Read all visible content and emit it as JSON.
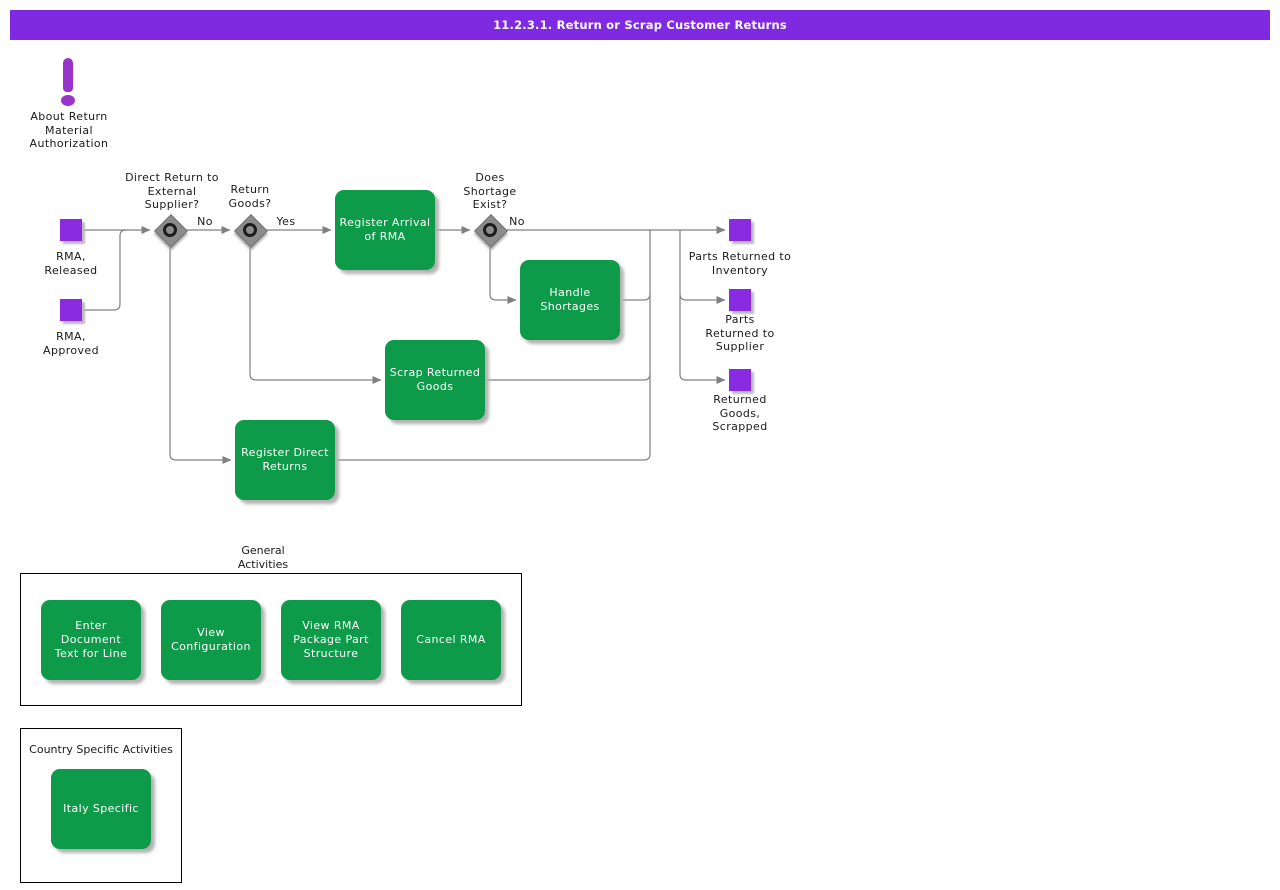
{
  "title": "11.2.3.1. Return or Scrap Customer Returns",
  "colors": {
    "banner_purple": "#7f2ae0",
    "event_purple": "#8a2be2",
    "icon_purple": "#9933cc",
    "activity_green": "#0d9b49",
    "connector_gray": "#808080"
  },
  "about": {
    "label": "About Return\nMaterial\nAuthorization"
  },
  "flow": {
    "start_events": [
      {
        "label": "RMA,\nReleased"
      },
      {
        "label": "RMA,\nApproved"
      }
    ],
    "decisions": [
      {
        "label": "Direct Return to\nExternal\nSupplier?"
      },
      {
        "label": "Return\nGoods?"
      },
      {
        "label": "Does\nShortage\nExist?"
      }
    ],
    "edge_labels": [
      {
        "text": "No"
      },
      {
        "text": "Yes"
      },
      {
        "text": "No"
      }
    ],
    "activities": [
      {
        "label": "Register Arrival\nof RMA"
      },
      {
        "label": "Handle\nShortages"
      },
      {
        "label": "Scrap Returned\nGoods"
      },
      {
        "label": "Register Direct\nReturns"
      }
    ],
    "end_events": [
      {
        "label": "Parts Returned to\nInventory"
      },
      {
        "label": "Parts\nReturned to\nSupplier"
      },
      {
        "label": "Returned\nGoods,\nScrapped"
      }
    ]
  },
  "general_activities": {
    "label": "General\nActivities",
    "items": [
      {
        "label": "Enter Document\nText for Line"
      },
      {
        "label": "View\nConfiguration"
      },
      {
        "label": "View RMA\nPackage Part\nStructure"
      },
      {
        "label": "Cancel RMA"
      }
    ]
  },
  "country_specific": {
    "label": "Country Specific Activities",
    "items": [
      {
        "label": "Italy Specific"
      }
    ]
  }
}
